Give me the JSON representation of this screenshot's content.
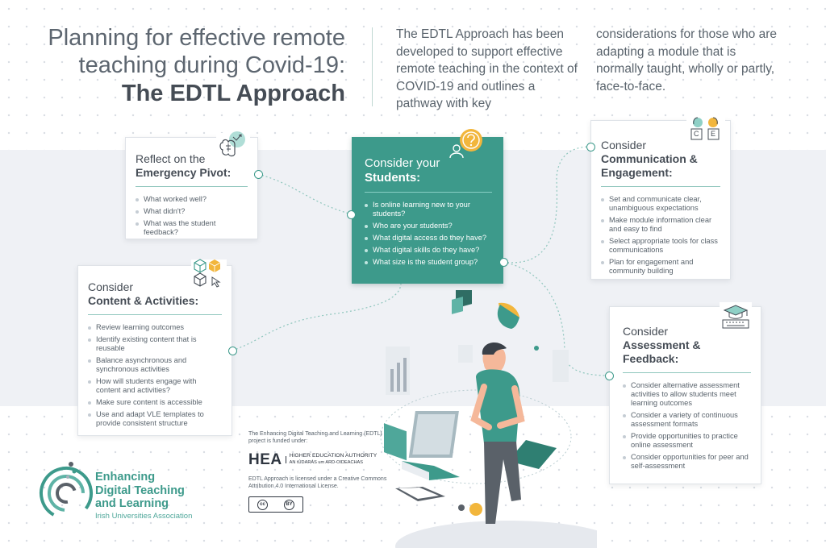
{
  "title": {
    "line1": "Planning for effective remote",
    "line2": "teaching during Covid-19:",
    "line3": "The EDTL Approach"
  },
  "intro": {
    "col1": "The EDTL Approach has been developed to support effective remote teaching in the context of COVID-19 and outlines a pathway with key",
    "col2": "considerations for those who are adapting a module that is normally taught, wholly or partly, face-to-face."
  },
  "reflect": {
    "head1": "Reflect on the",
    "head2": "Emergency Pivot:",
    "items": [
      "What worked well?",
      "What didn't?",
      "What was the student feedback?"
    ],
    "icon": "brain-shuffle-icon"
  },
  "students": {
    "head1": "Consider your",
    "head2": "Students:",
    "items": [
      "Is online learning new to your students?",
      "Who are your students?",
      "What digital access do they have?",
      "What digital skills do they have?",
      "What size is the student group?"
    ],
    "icon": "question-person-icon"
  },
  "comm": {
    "head1": "Consider",
    "head2": "Communication &",
    "head3": "Engagement:",
    "items": [
      "Set and communicate clear, unambiguous expectations",
      "Make module information clear and easy to find",
      "Select appropriate tools for class communications",
      "Plan for engagement and community building"
    ],
    "icon": "people-speech-icon",
    "icon_letter_a": "C",
    "icon_letter_b": "E"
  },
  "content": {
    "head1": "Consider",
    "head2": "Content & Activities:",
    "items": [
      "Review learning outcomes",
      "Identify existing content that is reusable",
      "Balance asynchronous and synchronous activities",
      "How will students engage with content and activities?",
      "Make sure content is accessible",
      "Use and adapt VLE templates to provide consistent structure"
    ],
    "icon": "cubes-cursor-icon"
  },
  "assess": {
    "head1": "Consider",
    "head2": "Assessment &",
    "head3": "Feedback:",
    "items": [
      "Consider alternative assessment activities to allow students meet learning outcomes",
      "Consider a variety of continuous assessment formats",
      "Provide opportunities to practice online assessment",
      "Consider opportunities for peer and self-assessment"
    ],
    "icon": "graduation-cap-keyboard-icon"
  },
  "funding": {
    "text": "The Enhancing Digital Teaching and Learning (EDTL) project is funded under:",
    "hea_mark": "HEA",
    "hea_name": "HIGHER EDUCATION AUTHORITY",
    "hea_irish": "AN tÚDARÁS um ARD-OIDEACHAS",
    "license": "EDTL Approach is licensed under a Creative Commons Attribution 4.0 International License.",
    "cc_label": "cc",
    "by_label": "BY"
  },
  "logo": {
    "line1": "Enhancing",
    "line2": "Digital Teaching",
    "line3": "and Learning",
    "line4": "Irish Universities Association"
  },
  "colors": {
    "accent": "#3d9a8b",
    "accent_light": "#8fc6bd",
    "gold": "#f2b63c",
    "band": "#eff1f5",
    "text": "#404750"
  }
}
